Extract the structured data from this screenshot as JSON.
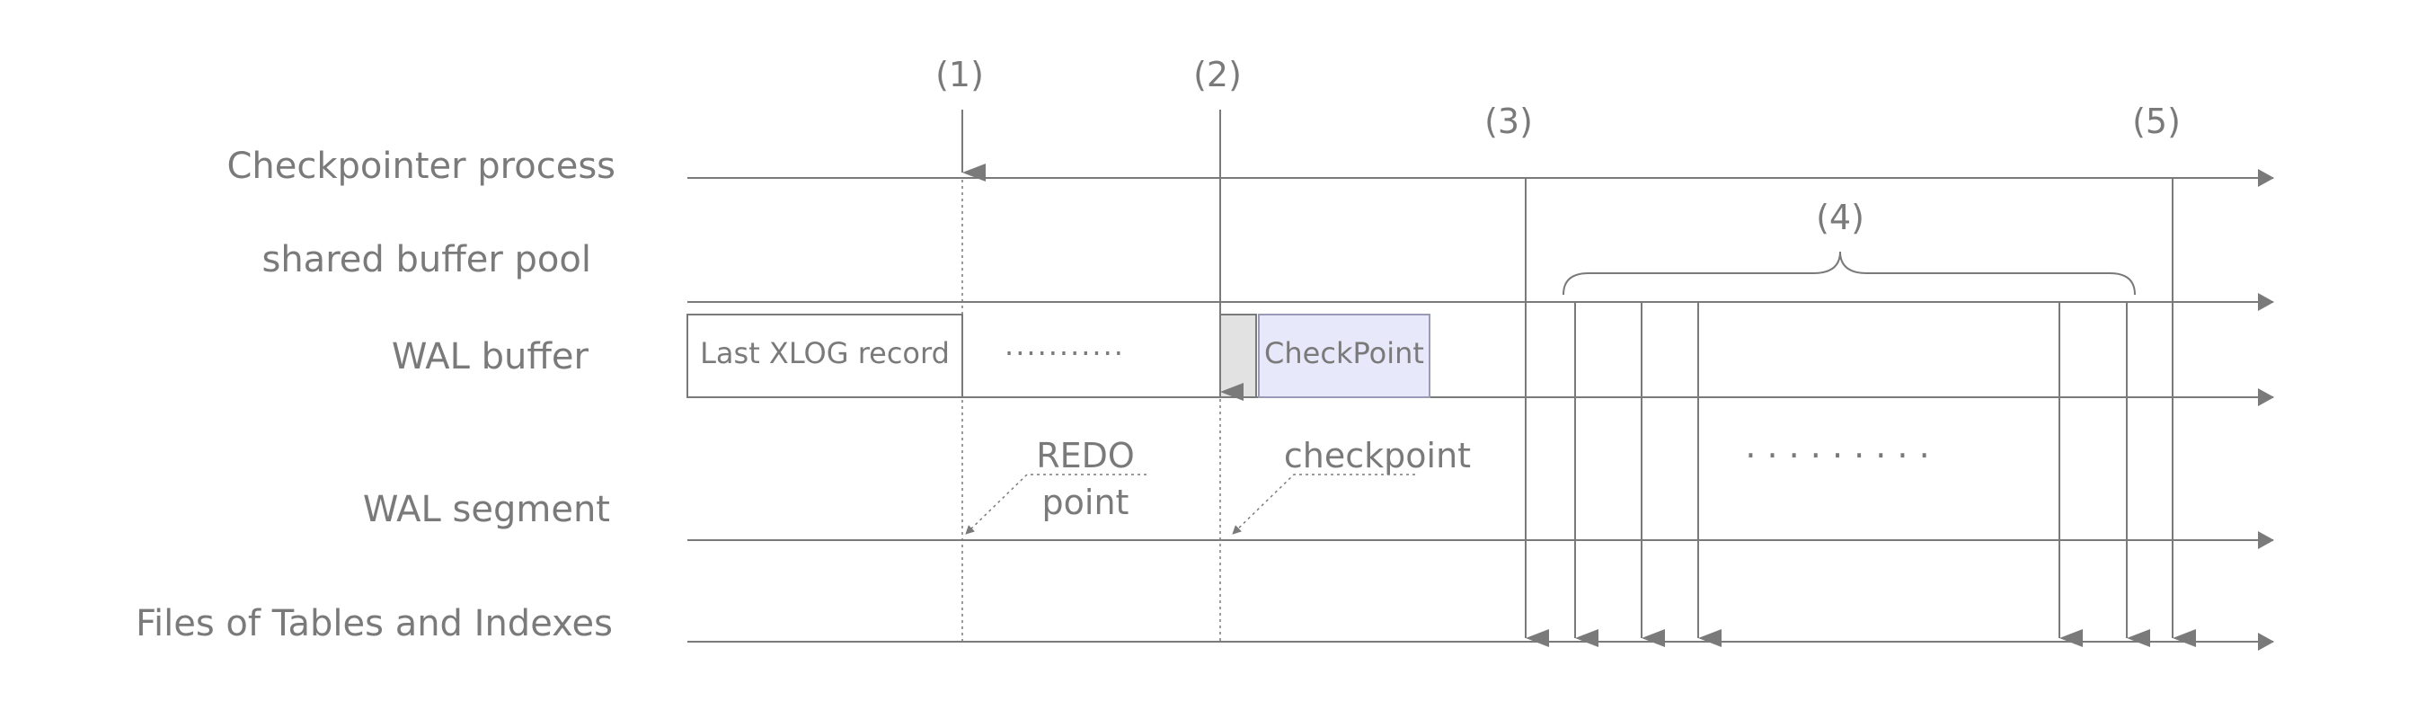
{
  "rows": [
    {
      "key": "checkpointer",
      "label": "Checkpointer process"
    },
    {
      "key": "buffer_pool",
      "label": "shared buffer pool"
    },
    {
      "key": "wal_buffer",
      "label": "WAL buffer"
    },
    {
      "key": "wal_segment",
      "label": "WAL segment"
    },
    {
      "key": "files",
      "label": "Files of Tables and Indexes"
    }
  ],
  "step_markers": [
    "(1)",
    "(2)",
    "(3)",
    "(4)",
    "(5)"
  ],
  "wal_buffer_records": {
    "last_record": "Last XLOG record",
    "ellipsis": "···········",
    "checkpoint_record": "CheckPoint"
  },
  "annotations": {
    "redo_line1": "REDO",
    "redo_line2": "point",
    "checkpoint": "checkpoint",
    "dots": "·   ·   ·   ·   ·   ·   ·   ·   ·"
  },
  "colors": {
    "line": "#7a7a7a",
    "checkpoint_fill": "#e8e8fb",
    "checkpoint_border": "#9a9ab8",
    "small_box_fill": "#e2e2e2"
  }
}
